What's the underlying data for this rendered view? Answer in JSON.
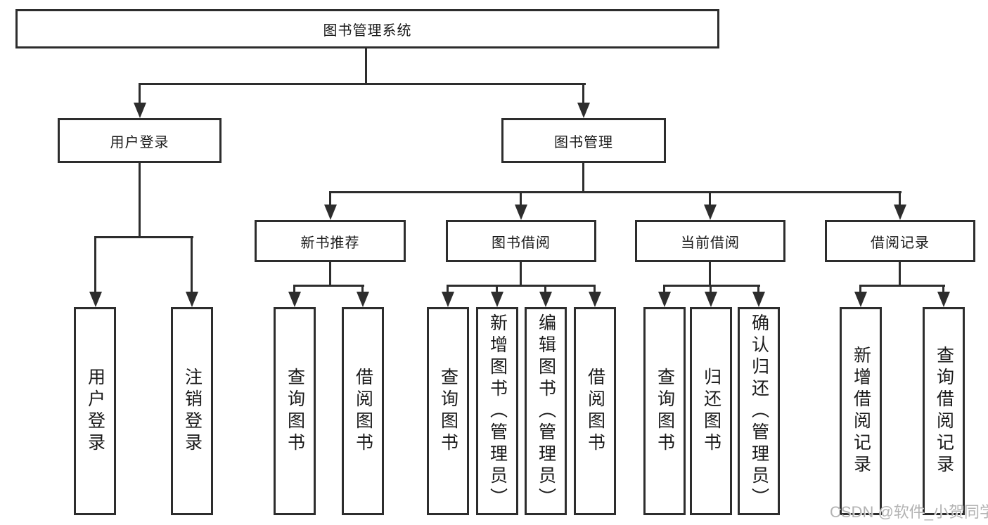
{
  "tree": {
    "label": "图书管理系统",
    "children": [
      {
        "label": "用户登录",
        "children": [
          {
            "label": "用户登录"
          },
          {
            "label": "注销登录"
          }
        ]
      },
      {
        "label": "图书管理",
        "children": [
          {
            "label": "新书推荐",
            "children": [
              {
                "label": "查询图书"
              },
              {
                "label": "借阅图书"
              }
            ]
          },
          {
            "label": "图书借阅",
            "children": [
              {
                "label": "查询图书"
              },
              {
                "label": "新增图书（管理员）"
              },
              {
                "label": "编辑图书（管理员）"
              },
              {
                "label": "借阅图书"
              }
            ]
          },
          {
            "label": "当前借阅",
            "children": [
              {
                "label": "查询图书"
              },
              {
                "label": "归还图书"
              },
              {
                "label": "确认归还（管理员）"
              }
            ]
          },
          {
            "label": "借阅记录",
            "children": [
              {
                "label": "新增借阅记录"
              },
              {
                "label": "查询借阅记录"
              }
            ]
          }
        ]
      }
    ]
  },
  "watermark": {
    "text": "CSDN @软件_小贺同学"
  },
  "colors": {
    "line": "#2d2d2d",
    "text": "#1a1a1a",
    "watermark": "#b3b3b3",
    "background": "#ffffff"
  }
}
